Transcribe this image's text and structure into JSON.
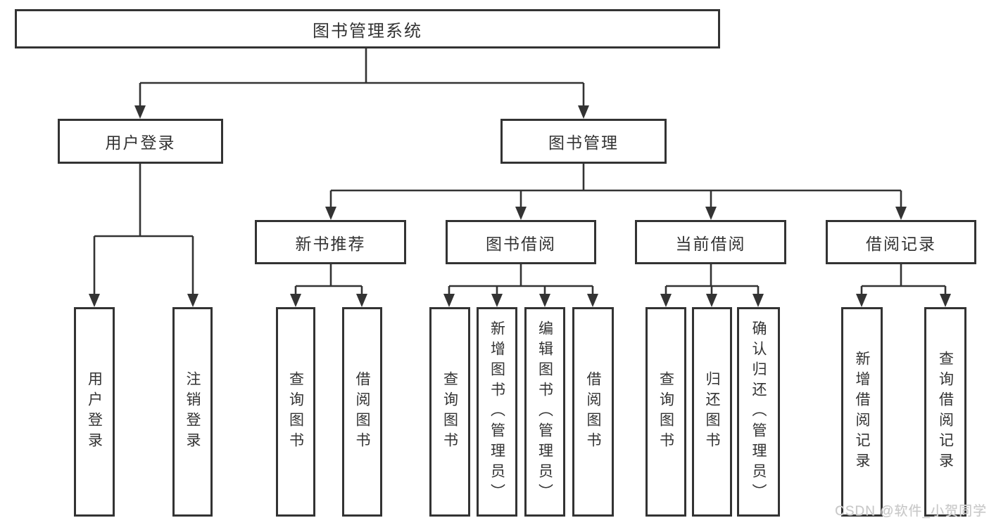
{
  "tree": {
    "label": "图书管理系统",
    "children": [
      {
        "label": "用户登录",
        "children": [
          {
            "label": "用户登录"
          },
          {
            "label": "注销登录"
          }
        ]
      },
      {
        "label": "图书管理",
        "children": [
          {
            "label": "新书推荐",
            "children": [
              {
                "label": "查询图书"
              },
              {
                "label": "借阅图书"
              }
            ]
          },
          {
            "label": "图书借阅",
            "children": [
              {
                "label": "查询图书"
              },
              {
                "label": "新增图书（管理员）"
              },
              {
                "label": "编辑图书（管理员）"
              },
              {
                "label": "借阅图书"
              }
            ]
          },
          {
            "label": "当前借阅",
            "children": [
              {
                "label": "查询图书"
              },
              {
                "label": "归还图书"
              },
              {
                "label": "确认归还（管理员）"
              }
            ]
          },
          {
            "label": "借阅记录",
            "children": [
              {
                "label": "新增借阅记录"
              },
              {
                "label": "查询借阅记录"
              }
            ]
          }
        ]
      }
    ]
  },
  "watermark": {
    "text": "CSDN @软件_小贺同学"
  },
  "colors": {
    "line": "#333333",
    "box_border": "#333333",
    "text": "#333333",
    "background": "#ffffff",
    "watermark": "#c8c8c8"
  }
}
